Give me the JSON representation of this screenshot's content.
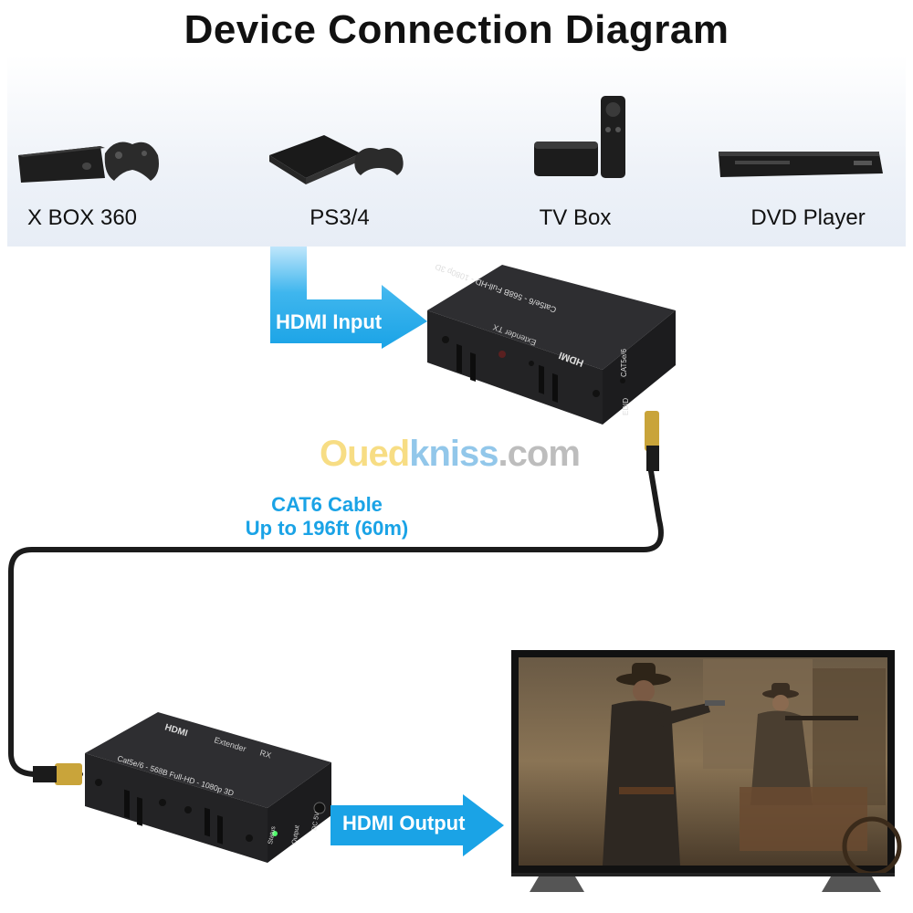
{
  "title": "Device Connection Diagram",
  "sources": [
    {
      "label": "X BOX 360",
      "icon": "xbox-console-icon"
    },
    {
      "label": "PS3/4",
      "icon": "playstation-console-icon"
    },
    {
      "label": "TV Box",
      "icon": "tv-box-icon"
    },
    {
      "label": "DVD Player",
      "icon": "dvd-player-icon"
    }
  ],
  "hdmi_input_label": "HDMI Input",
  "hdmi_output_label": "HDMI Output",
  "cable": {
    "line1": "CAT6 Cable",
    "line2": "Up to 196ft (60m)"
  },
  "watermark": {
    "part1": "Oued",
    "part2": "kniss",
    "part3": ".com"
  },
  "transmitter": {
    "logo": "HDMI",
    "spec": "Cat5e/6 - 568B Full-HD - 1080p 3D",
    "extender": "Extender",
    "tx": "TX",
    "port": "CAT5e/6",
    "edid": "EDID"
  },
  "receiver": {
    "logo": "HDMI",
    "extender": "Extender",
    "rx": "RX",
    "spec": "Cat5e/6 - 568B Full-HD - 1080p 3D",
    "status": "Status",
    "output": "Output",
    "dc": "DC 5V"
  },
  "colors": {
    "accent": "#1aa3e6",
    "device": "#2a2a2d",
    "cable": "#1b1b1b"
  }
}
